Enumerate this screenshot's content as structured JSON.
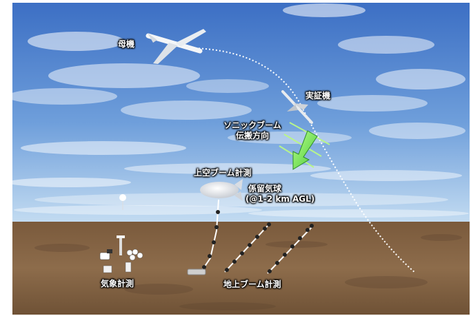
{
  "labels": {
    "mother_aircraft": "母機",
    "demo_aircraft": "実証機",
    "sonic_boom_propagation": [
      "ソニックブーム",
      "伝搬方向"
    ],
    "upper_boom_measurement": "上空ブーム計測",
    "tethered_balloon": [
      "係留気球",
      "(@1-2 km AGL)"
    ],
    "weather_measurement": "気象計測",
    "ground_boom_measurement": "地上ブーム計測"
  },
  "colors": {
    "sky_top": "#3f74c8",
    "sky_horizon": "#bcd6ee",
    "ground": "#8a6a4a",
    "arrow": "#7ee05a",
    "label_text": "#ffffff"
  }
}
